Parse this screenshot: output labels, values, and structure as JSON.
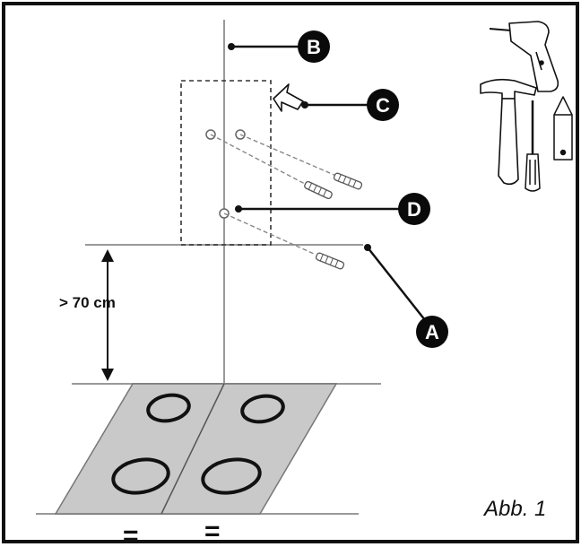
{
  "labels": {
    "a": "A",
    "b": "B",
    "c": "C",
    "d": "D"
  },
  "dimension": "> 70 cm",
  "equal_left": "=",
  "equal_right": "=",
  "caption": "Abb. 1",
  "icons": [
    "drill-icon",
    "hammer-icon",
    "screwdriver-icon",
    "pencil-icon"
  ],
  "colors": {
    "ink": "#111111",
    "line": "#999999",
    "hob": "#c9c9c9",
    "badge": "#0a0a0a"
  }
}
